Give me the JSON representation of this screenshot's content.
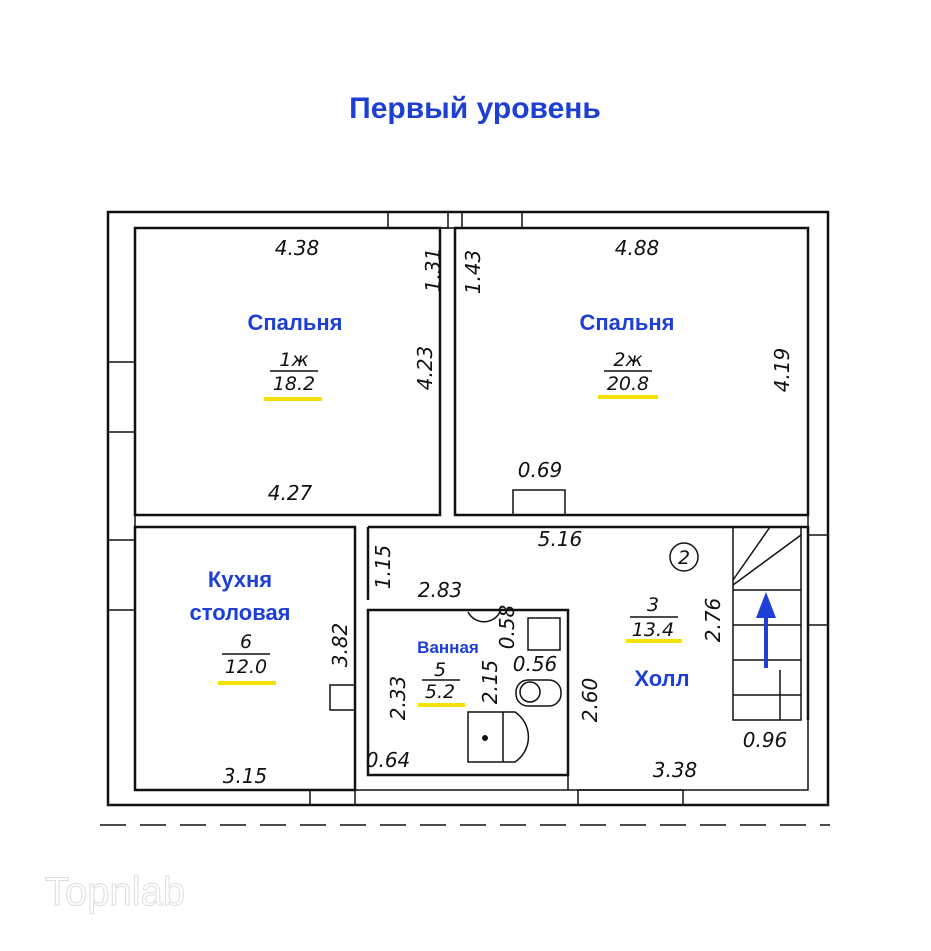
{
  "title": "Первый уровень",
  "rooms": [
    {
      "name": "Спальня",
      "number": "1ж",
      "area": "18.2"
    },
    {
      "name": "Спальня",
      "number": "2ж",
      "area": "20.8"
    },
    {
      "name_line1": "Кухня",
      "name_line2": "столовая",
      "number": "6",
      "area": "12.0"
    },
    {
      "name": "Ванная",
      "number": "5",
      "area": "5.2"
    },
    {
      "name": "Холл",
      "number": "3",
      "area": "13.4"
    }
  ],
  "dimensions": {
    "d1": "4.38",
    "d2": "4.88",
    "d3": "1.31",
    "d4": "1.43",
    "d5": "4.23",
    "d6": "4.19",
    "d7": "4.27",
    "d8": "0.69",
    "d9": "5.16",
    "d10": "1.15",
    "d11": "2.83",
    "d12": "0.58",
    "d13": "0.56",
    "d14": "2.15",
    "d15": "2.33",
    "d16": "2.60",
    "d17": "2.76",
    "d18": "3.82",
    "d19": "3.15",
    "d20": "0.64",
    "d21": "3.38",
    "d22": "0.96"
  },
  "level_marker": "2",
  "watermark": "Topnlab",
  "colors": {
    "label": "#1d3fd4",
    "highlight": "#f5e200"
  }
}
